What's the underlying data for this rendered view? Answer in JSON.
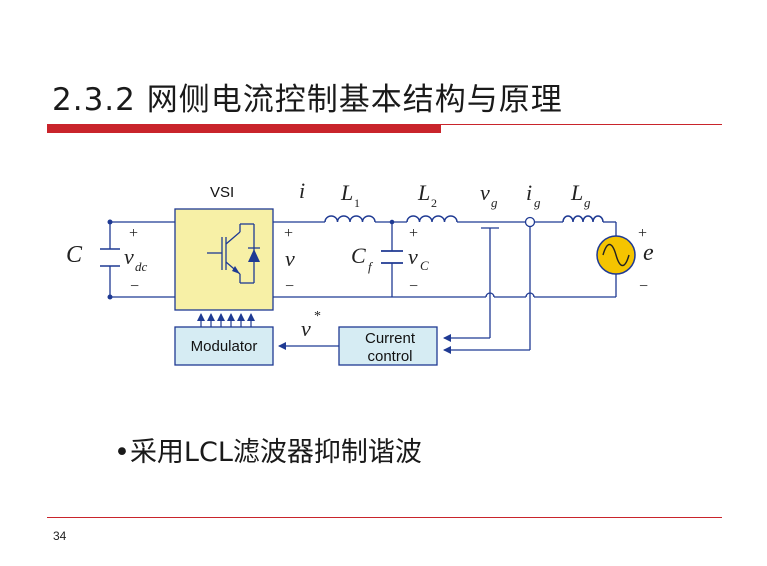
{
  "slide": {
    "title": "2.3.2 网侧电流控制基本结构与原理",
    "bullet_symbol": "•",
    "bullet_text": "采用LCL滤波器抑制谐波",
    "page_number": "34"
  },
  "diagram": {
    "vsi_label": "VSI",
    "modulator_label": "Modulator",
    "current_control_label_line1": "Current",
    "current_control_label_line2": "control",
    "capacitor_dc": "C",
    "vdc_v": "v",
    "vdc_sub": "dc",
    "plus": "+",
    "minus": "−",
    "current_i": "i",
    "voltage_v": "v",
    "inductor_L1": "L",
    "inductor_L1_sub": "1",
    "inductor_L2": "L",
    "inductor_L2_sub": "2",
    "inductor_Lg": "L",
    "inductor_Lg_sub": "g",
    "capacitor_Cf": "C",
    "capacitor_Cf_sub": "f",
    "voltage_vC": "v",
    "voltage_vC_sub": "C",
    "voltage_vg": "v",
    "voltage_vg_sub": "g",
    "current_ig": "i",
    "current_ig_sub": "g",
    "source_e": "e",
    "reference_v": "v",
    "reference_star": "*"
  },
  "colors": {
    "accent_red": "#c9242b",
    "wire_blue": "#1f3a93",
    "vsi_fill": "#f7f0a6",
    "block_fill": "#d6ecf3",
    "source_fill": "#f5c400"
  }
}
